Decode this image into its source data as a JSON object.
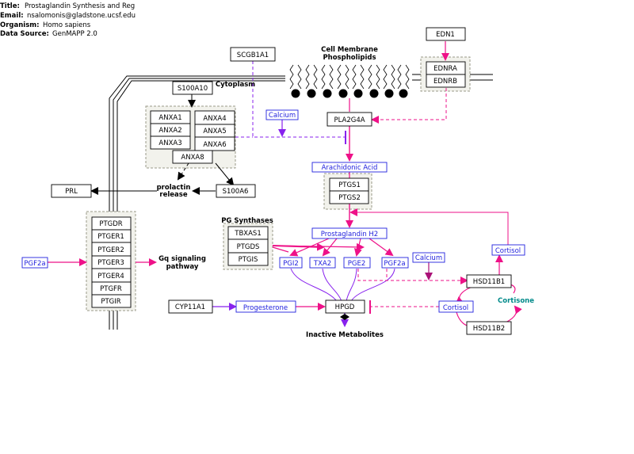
{
  "header": {
    "title_label": "Title:",
    "title_value": "Prostaglandin Synthesis and Reg",
    "email_label": "Email:",
    "email_value": "nsalomonis@gladstone.ucsf.edu",
    "organism_label": "Organism:",
    "organism_value": "Homo sapiens",
    "source_label": "Data Source:",
    "source_value": "GenMAPP 2.0"
  },
  "labels": {
    "cell_membrane_1": "Cell Membrane",
    "cell_membrane_2": "Phospholipids",
    "cytoplasm": "Cytoplasm",
    "prolactin_1": "prolactin",
    "prolactin_2": "release",
    "pg_synthases": "PG Synthases",
    "gq_1": "Gq signaling",
    "gq_2": "pathway",
    "inactive": "Inactive Metabolites",
    "cortisone": "Cortisone"
  },
  "genes": {
    "edn1": "EDN1",
    "ednra": "EDNRA",
    "ednrb": "EDNRB",
    "scgb1a1": "SCGB1A1",
    "s100a10": "S100A10",
    "anxa1": "ANXA1",
    "anxa2": "ANXA2",
    "anxa3": "ANXA3",
    "anxa4": "ANXA4",
    "anxa5": "ANXA5",
    "anxa6": "ANXA6",
    "anxa8": "ANXA8",
    "pla2g4a": "PLA2G4A",
    "ptgs1": "PTGS1",
    "ptgs2": "PTGS2",
    "prl": "PRL",
    "s100a6": "S100A6",
    "ptgdr": "PTGDR",
    "ptger1": "PTGER1",
    "ptger2": "PTGER2",
    "ptger3": "PTGER3",
    "ptger4": "PTGER4",
    "ptgfr": "PTGFR",
    "ptgir": "PTGIR",
    "tbxas1": "TBXAS1",
    "ptgds": "PTGDS",
    "ptgis": "PTGIS",
    "cyp11a1": "CYP11A1",
    "hpgd": "HPGD",
    "hsd11b1": "HSD11B1",
    "hsd11b2": "HSD11B2"
  },
  "metabolites": {
    "calcium_top": "Calcium",
    "arachidonic_acid": "Arachidonic Acid",
    "prostaglandin_h2": "Prostaglandin H2",
    "pgi2": "PGI2",
    "txa2": "TXA2",
    "pge2": "PGE2",
    "pgf2a_right": "PGF2a",
    "pgf2a_left": "PGF2a",
    "calcium_mid": "Calcium",
    "cortisol_top": "Cortisol",
    "cortisol_mid": "Cortisol",
    "progesterone": "Progesterone"
  },
  "colors": {
    "pink": "#ee1188",
    "purple": "#8822ee",
    "blue_text": "#2222dd",
    "teal": "#008a8a",
    "group_fill": "#f2f2ec",
    "group_border": "#999988"
  }
}
